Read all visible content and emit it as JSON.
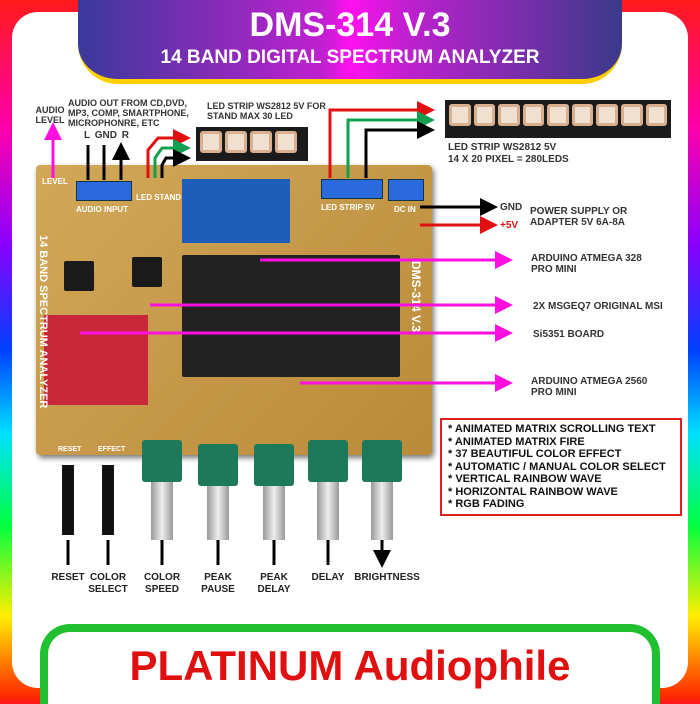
{
  "header": {
    "title": "DMS-314 V.3",
    "subtitle": "14 BAND DIGITAL SPECTRUM ANALYZER"
  },
  "labels": {
    "audio_level": "AUDIO LEVEL",
    "audio_out": "AUDIO OUT FROM CD,DVD, MP3, COMP, SMARTPHONE, MICROPHONRE, ETC",
    "lgndr": "L GND R",
    "led_stand": "LED STRIP WS2812 5V FOR STAND MAX 30 LED",
    "led_matrix": "LED STRIP WS2812 5V",
    "led_matrix_size": "14 X 20 PIXEL = 280LEDS",
    "gnd": "GND",
    "plus5v": "+5V",
    "power": "POWER SUPPLY OR ADAPTER 5V 6A-8A",
    "atmega328": "ARDUINO ATMEGA 328 PRO MINI",
    "msgeq7": "2X MSGEQ7 ORIGINAL MSI",
    "si5351": "Si5351 BOARD",
    "atmega2560": "ARDUINO ATMEGA 2560 PRO MINI"
  },
  "board": {
    "name": "14 BAND SPECTRUM ANALYZER",
    "model": "DMS-314 V.3",
    "audio_input": "AUDIO INPUT",
    "led_stand": "LED STAND",
    "led_strip": "LED STRIP 5V",
    "dc_in": "DC IN",
    "level": "LEVEL",
    "reset": "RESET",
    "effect": "EFFECT"
  },
  "controls": [
    "RESET",
    "COLOR SELECT",
    "COLOR SPEED",
    "PEAK PAUSE",
    "PEAK DELAY",
    "DELAY",
    "BRIGHTNESS"
  ],
  "features": [
    "* ANIMATED MATRIX SCROLLING TEXT",
    "* ANIMATED MATRIX FIRE",
    "* 37 BEAUTIFUL COLOR EFFECT",
    "* AUTOMATIC / MANUAL COLOR SELECT",
    "* VERTICAL RAINBOW WAVE",
    "* HORIZONTAL RAINBOW WAVE",
    "* RGB FADING"
  ],
  "footer": "PLATINUM Audiophile"
}
